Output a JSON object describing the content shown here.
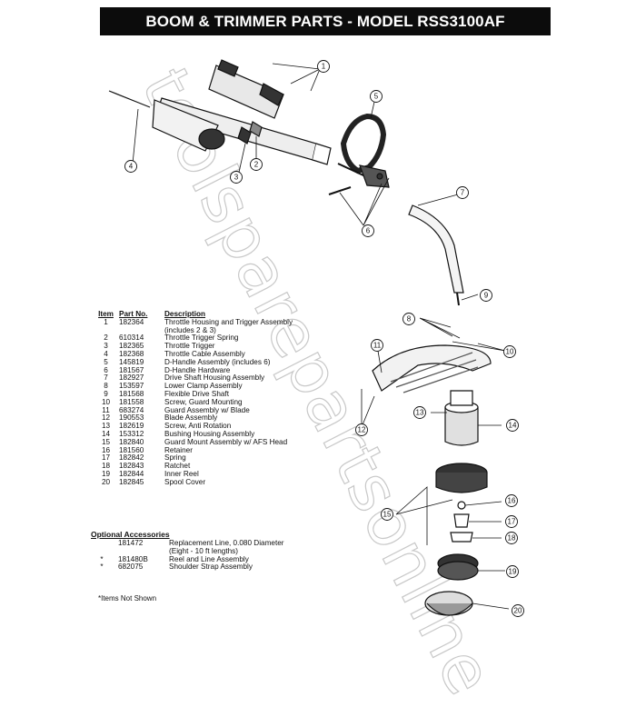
{
  "header": {
    "title": "BOOM & TRIMMER PARTS - MODEL RSS3100AF"
  },
  "watermark": {
    "text": "toolsparepartsonline"
  },
  "parts_table": {
    "headers": {
      "item": "Item",
      "part_no": "Part No.",
      "description": "Description"
    },
    "rows": [
      {
        "item": "1",
        "part_no": "182364",
        "description": "Throttle Housing and Trigger Assembly"
      },
      {
        "item": "",
        "part_no": "",
        "description": "(includes 2 & 3)"
      },
      {
        "item": "2",
        "part_no": "610314",
        "description": "Throttle Trigger Spring"
      },
      {
        "item": "3",
        "part_no": "182365",
        "description": "Throttle Trigger"
      },
      {
        "item": "4",
        "part_no": "182368",
        "description": "Throttle Cable Assembly"
      },
      {
        "item": "5",
        "part_no": "145819",
        "description": "D-Handle Assembly (includes 6)"
      },
      {
        "item": "6",
        "part_no": "181567",
        "description": "D-Handle Hardware"
      },
      {
        "item": "7",
        "part_no": "182927",
        "description": "Drive Shaft Housing Assembly"
      },
      {
        "item": "8",
        "part_no": "153597",
        "description": "Lower Clamp Assembly"
      },
      {
        "item": "9",
        "part_no": "181568",
        "description": "Flexible Drive Shaft"
      },
      {
        "item": "10",
        "part_no": "181558",
        "description": "Screw, Guard Mounting"
      },
      {
        "item": "11",
        "part_no": "683274",
        "description": "Guard Assembly w/ Blade"
      },
      {
        "item": "12",
        "part_no": "190553",
        "description": "Blade Assembly"
      },
      {
        "item": "13",
        "part_no": "182619",
        "description": "Screw, Anti Rotation"
      },
      {
        "item": "14",
        "part_no": "153312",
        "description": "Bushing Housing Assembly"
      },
      {
        "item": "15",
        "part_no": "182840",
        "description": "Guard Mount Assembly w/ AFS Head"
      },
      {
        "item": "16",
        "part_no": "181560",
        "description": "Retainer"
      },
      {
        "item": "17",
        "part_no": "182842",
        "description": "Spring"
      },
      {
        "item": "18",
        "part_no": "182843",
        "description": "Ratchet"
      },
      {
        "item": "19",
        "part_no": "182844",
        "description": "Inner Reel"
      },
      {
        "item": "20",
        "part_no": "182845",
        "description": "Spool Cover"
      }
    ]
  },
  "accessories": {
    "title": "Optional Accessories",
    "rows": [
      {
        "mark": "",
        "part_no": "181472",
        "description": "Replacement Line, 0.080 Diameter"
      },
      {
        "mark": "",
        "part_no": "",
        "description": "(Eight - 10 ft lengths)"
      },
      {
        "mark": "*",
        "part_no": "181480B",
        "description": "Reel and Line Assembly"
      },
      {
        "mark": "*",
        "part_no": "682075",
        "description": "Shoulder Strap Assembly"
      }
    ]
  },
  "footnote": "*Items Not Shown",
  "callouts": [
    "1",
    "2",
    "3",
    "4",
    "5",
    "6",
    "7",
    "9",
    "8",
    "10",
    "11",
    "12",
    "13",
    "14",
    "15",
    "16",
    "17",
    "18",
    "19",
    "20"
  ]
}
